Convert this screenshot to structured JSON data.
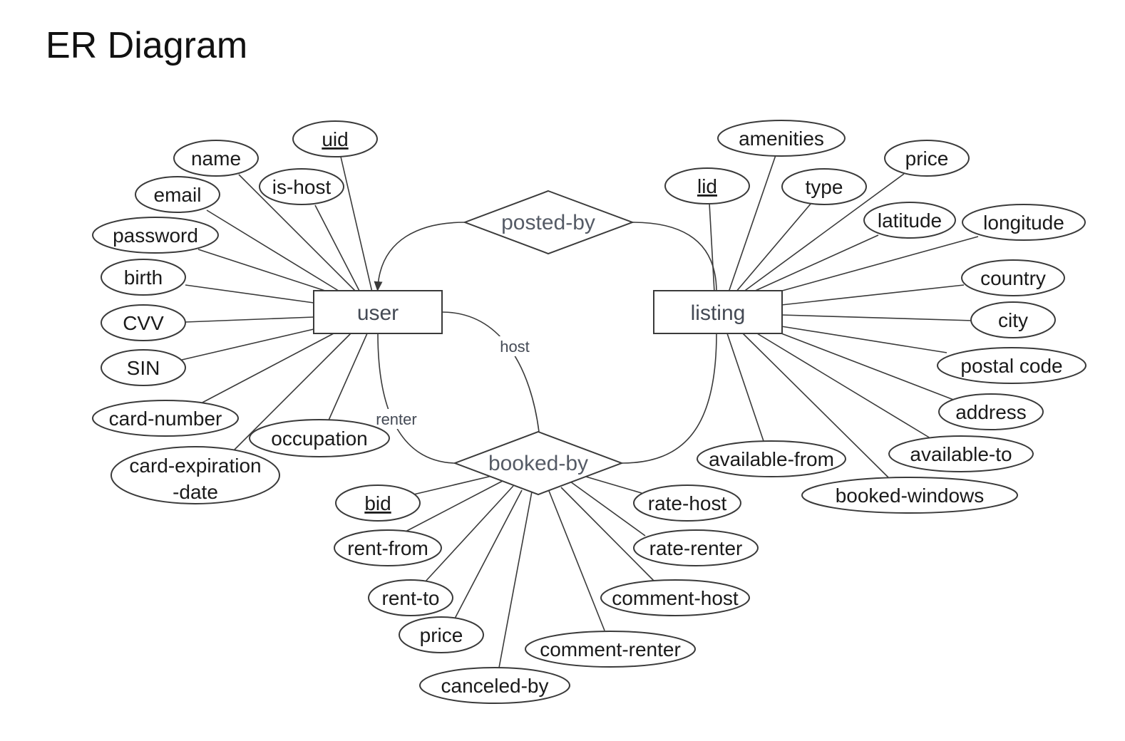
{
  "title": "ER Diagram",
  "colors": {
    "stroke": "#3a3a3a",
    "text": "#1a1a1a",
    "entity_text": "#444a55"
  },
  "entities": {
    "user": "user",
    "listing": "listing"
  },
  "relationships": {
    "posted_by": "posted-by",
    "booked_by": "booked-by"
  },
  "roles": {
    "host": "host",
    "renter": "renter"
  },
  "attributes": {
    "user": {
      "uid": "uid",
      "name": "name",
      "is_host": "is-host",
      "email": "email",
      "password": "password",
      "birth": "birth",
      "cvv": "CVV",
      "sin": "SIN",
      "card_number": "card-number",
      "card_expiration_line1": "card-expiration",
      "card_expiration_line2": "-date",
      "occupation": "occupation"
    },
    "listing": {
      "amenities": "amenities",
      "price": "price",
      "lid": "lid",
      "type": "type",
      "latitude": "latitude",
      "longitude": "longitude",
      "country": "country",
      "city": "city",
      "postal_code": "postal code",
      "address": "address",
      "available_from": "available-from",
      "available_to": "available-to",
      "booked_windows": "booked-windows"
    },
    "booking": {
      "bid": "bid",
      "rent_from": "rent-from",
      "rent_to": "rent-to",
      "price": "price",
      "canceled_by": "canceled-by",
      "rate_host": "rate-host",
      "rate_renter": "rate-renter",
      "comment_host": "comment-host",
      "comment_renter": "comment-renter"
    }
  }
}
